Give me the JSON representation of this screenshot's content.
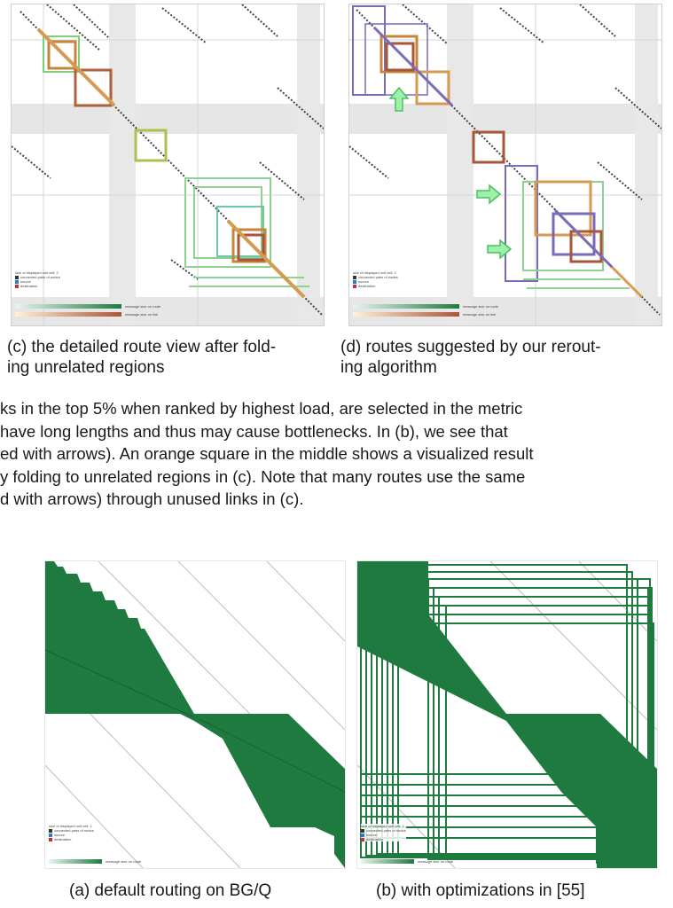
{
  "figure_top": {
    "panel_c": {
      "caption": "(c) the detailed route view after fold-\ning unrelated regions",
      "legend": {
        "title": "size of displayed unit cell: 2",
        "items": [
          "connected pairs of nodes",
          "source",
          "destination"
        ],
        "scale_route": "message size on route",
        "scale_link": "message size on link"
      }
    },
    "panel_d": {
      "caption": "(d) routes suggested by our rerout-\ning algorithm",
      "legend": {
        "title": "size of displayed unit cell: 2",
        "items": [
          "connected pairs of nodes",
          "source",
          "destination"
        ],
        "scale_route": "message size on route",
        "scale_link": "message size on link"
      }
    }
  },
  "body_text": [
    "ks in the top 5% when ranked by highest load, are selected in the metric",
    " have long lengths and thus may cause bottlenecks. In (b), we see that",
    "ed with arrows). An orange square in the middle shows a visualized result",
    "y folding to unrelated regions in (c). Note that many routes use the same",
    "d with arrows) through unused links in (c)."
  ],
  "figure_bottom": {
    "panel_a": {
      "caption": "(a) default routing on BG/Q",
      "legend": {
        "title": "size of displayed unit cell: 1",
        "items": [
          "connected pairs of nodes",
          "source",
          "destination"
        ],
        "scale_route": "message size on route"
      }
    },
    "panel_b": {
      "caption": "(b) with optimizations in [55]",
      "legend": {
        "title": "size of displayed unit cell: 1",
        "items": [
          "connected pairs of nodes",
          "source",
          "destination"
        ],
        "scale_route": "message size on route"
      }
    }
  },
  "colors": {
    "green": "#1f7a3f",
    "light_green": "#8fd28f",
    "orange": "#c77a3a",
    "brown": "#a8553a",
    "purple": "#7a6ab8",
    "gray_band": "#e3e3e3",
    "arrow_green": "#6cd07a"
  }
}
